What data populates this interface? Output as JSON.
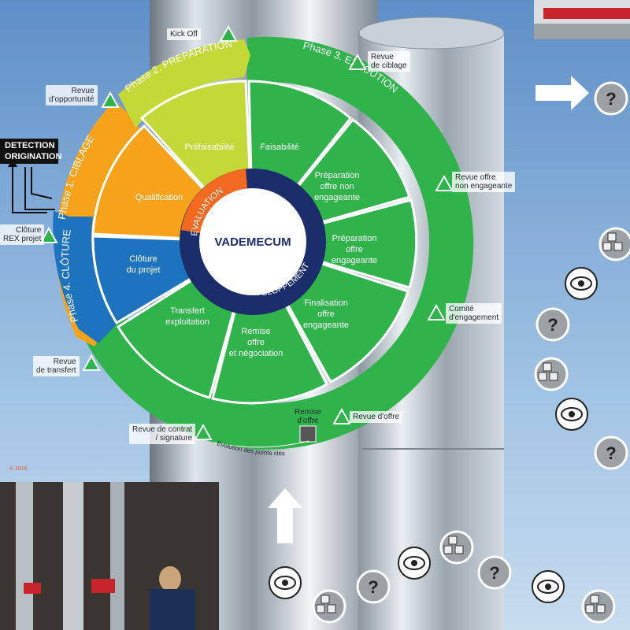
{
  "center": {
    "title": "VADEMECUM"
  },
  "inner_ring": {
    "evaluation": "EVALUATION",
    "developpement": "DEVELOPPEMENT"
  },
  "phases": [
    {
      "label": "Phase 1. CIBLAGE",
      "color": "#f7a21b"
    },
    {
      "label": "Phase 2. PREPARATION",
      "color": "#c3d938"
    },
    {
      "label": "Phase 3. EXECUTION",
      "color": "#2fb34a"
    },
    {
      "label": "Phase 4. CLÔTURE",
      "color": "#1e73be"
    }
  ],
  "segments": {
    "qualification": "Qualification",
    "prefaisabilite": "Préfaisabilité",
    "faisabilite": "Faisabilité",
    "prep_non_eng": [
      "Préparation",
      "offre non",
      "engageante"
    ],
    "prep_eng": [
      "Préparation",
      "offre",
      "engageante"
    ],
    "finalisation": [
      "Finalisation",
      "offre",
      "engageante"
    ],
    "remise": [
      "Remise",
      "offre",
      "et négociation"
    ],
    "transfert": [
      "Transfert",
      "exploitation"
    ],
    "cloture": [
      "Clôture",
      "du projet"
    ]
  },
  "milestones": {
    "kickoff": "Kick Off",
    "revue_ciblage": [
      "Revue",
      "de ciblage"
    ],
    "revue_opportunite": [
      "Revue",
      "d'opportunité"
    ],
    "revue_non_eng": [
      "Revue offre",
      "non engageante"
    ],
    "comite": [
      "Comité",
      "d'engagement"
    ],
    "revue_offre": "Revue d'offre",
    "remise_offre": [
      "Remise",
      "d'offre"
    ],
    "revue_contrat": [
      "Revue de contrat",
      "/ signature"
    ],
    "revue_transfert": [
      "Revue",
      "de transfert"
    ],
    "cloture_rex": [
      "Clôture",
      "REX projet"
    ]
  },
  "detection": [
    "DETECTION",
    "ORIGINATION"
  ],
  "evolution": "Evolution des points clés",
  "copyright": "© 2016",
  "colors": {
    "green": "#2fb34a",
    "navy": "#1b2d6b",
    "evaluation": "#f26a21",
    "sky": "#6f9fcf"
  },
  "icons": [
    "arrow-right-icon",
    "arrow-up-icon",
    "question-icon",
    "eye-icon",
    "abc-blocks-icon"
  ]
}
